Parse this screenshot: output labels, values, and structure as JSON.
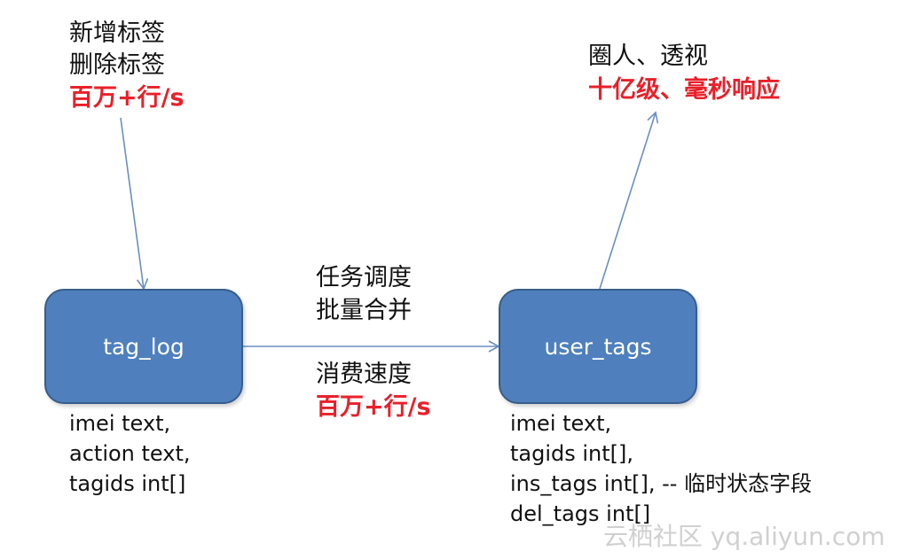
{
  "input_ops": {
    "line1": "新增标签",
    "line2": "删除标签",
    "rate": "百万+行/s"
  },
  "output_ops": {
    "line1": "圈人、透视",
    "perf": "十亿级、毫秒响应"
  },
  "middle": {
    "line1": "任务调度",
    "line2": "批量合并",
    "line3": "消费速度",
    "rate": "百万+行/s"
  },
  "tag_log": {
    "label": "tag_log",
    "fields": [
      "imei text,",
      "action text,",
      "tagids int[]"
    ]
  },
  "user_tags": {
    "label": "user_tags",
    "fields": [
      "imei text,",
      "tagids int[],",
      "ins_tags int[], -- 临时状态字段",
      "del_tags int[]"
    ]
  },
  "watermark": "云栖社区 yq.aliyun.com",
  "colors": {
    "box_fill": "#4f80bd",
    "box_border": "#385d8a",
    "arrow": "#6b8fc0",
    "highlight_red": "#e8202a"
  }
}
